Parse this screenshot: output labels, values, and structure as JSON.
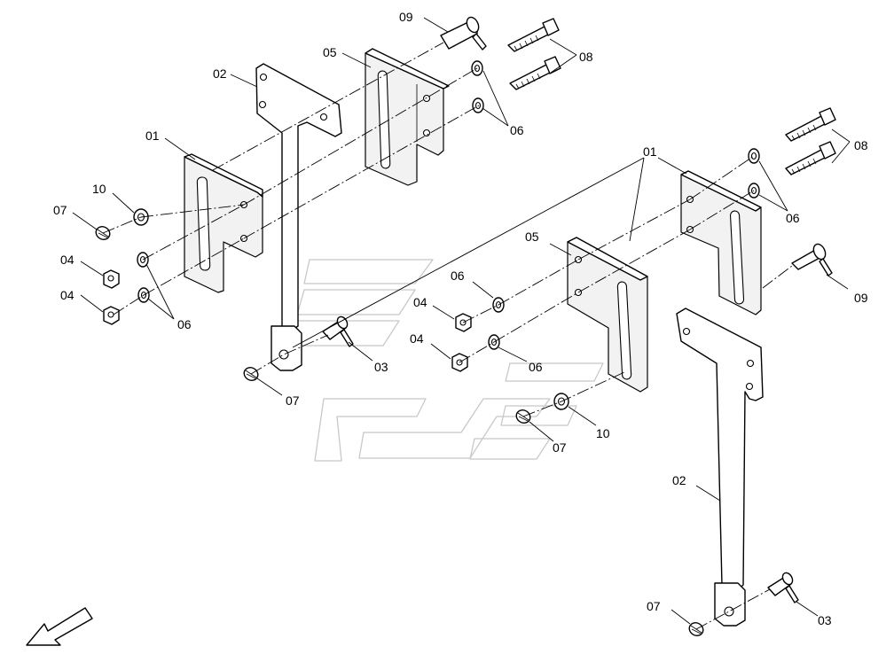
{
  "callouts": {
    "c01_left": "01",
    "c02_left": "02",
    "c03_left": "03",
    "c04_left_a": "04",
    "c04_left_b": "04",
    "c05_left": "05",
    "c06_left_a": "06",
    "c06_left_b": "06",
    "c07_left_a": "07",
    "c07_left_b": "07",
    "c08_left": "08",
    "c09_left": "09",
    "c10_left": "10",
    "c01_right": "01",
    "c02_right": "02",
    "c03_right": "03",
    "c04_right_a": "04",
    "c04_right_b": "04",
    "c05_right": "05",
    "c06_right_a": "06",
    "c06_right_b": "06",
    "c06_right_c": "06",
    "c07_right_a": "07",
    "c07_right_b": "07",
    "c08_right": "08",
    "c09_right": "09",
    "c10_right": "10"
  },
  "icons": {
    "direction_arrow": "direction-arrow-icon",
    "watermark": "watermark-logo"
  },
  "colors": {
    "line": "#000000",
    "watermark": "#c8c8c8",
    "background": "#ffffff"
  }
}
